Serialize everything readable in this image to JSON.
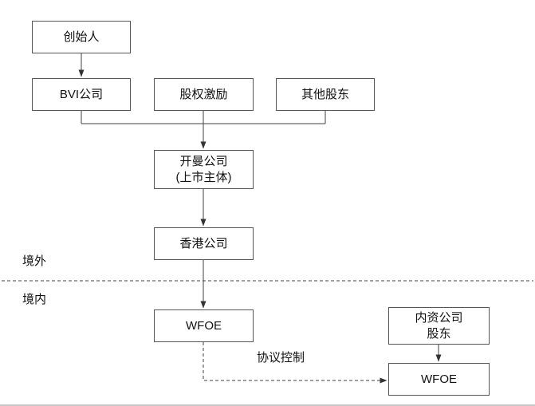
{
  "diagram": {
    "regions": {
      "offshore_label": "境外",
      "onshore_label": "境内"
    },
    "edges": {
      "vie_control_label": "协议控制"
    },
    "nodes": {
      "founder": {
        "label": "创始人"
      },
      "bvi": {
        "label": "BVI公司"
      },
      "esop": {
        "label": "股权激励"
      },
      "other_shareholders": {
        "label": "其他股东"
      },
      "cayman": {
        "label": "开曼公司",
        "sublabel": "(上市主体)"
      },
      "hongkong": {
        "label": "香港公司"
      },
      "wfoe_main": {
        "label": "WFOE"
      },
      "domestic_shareholders": {
        "label": "内资公司",
        "sublabel": "股东"
      },
      "wfoe_domestic": {
        "label": "WFOE"
      }
    }
  }
}
